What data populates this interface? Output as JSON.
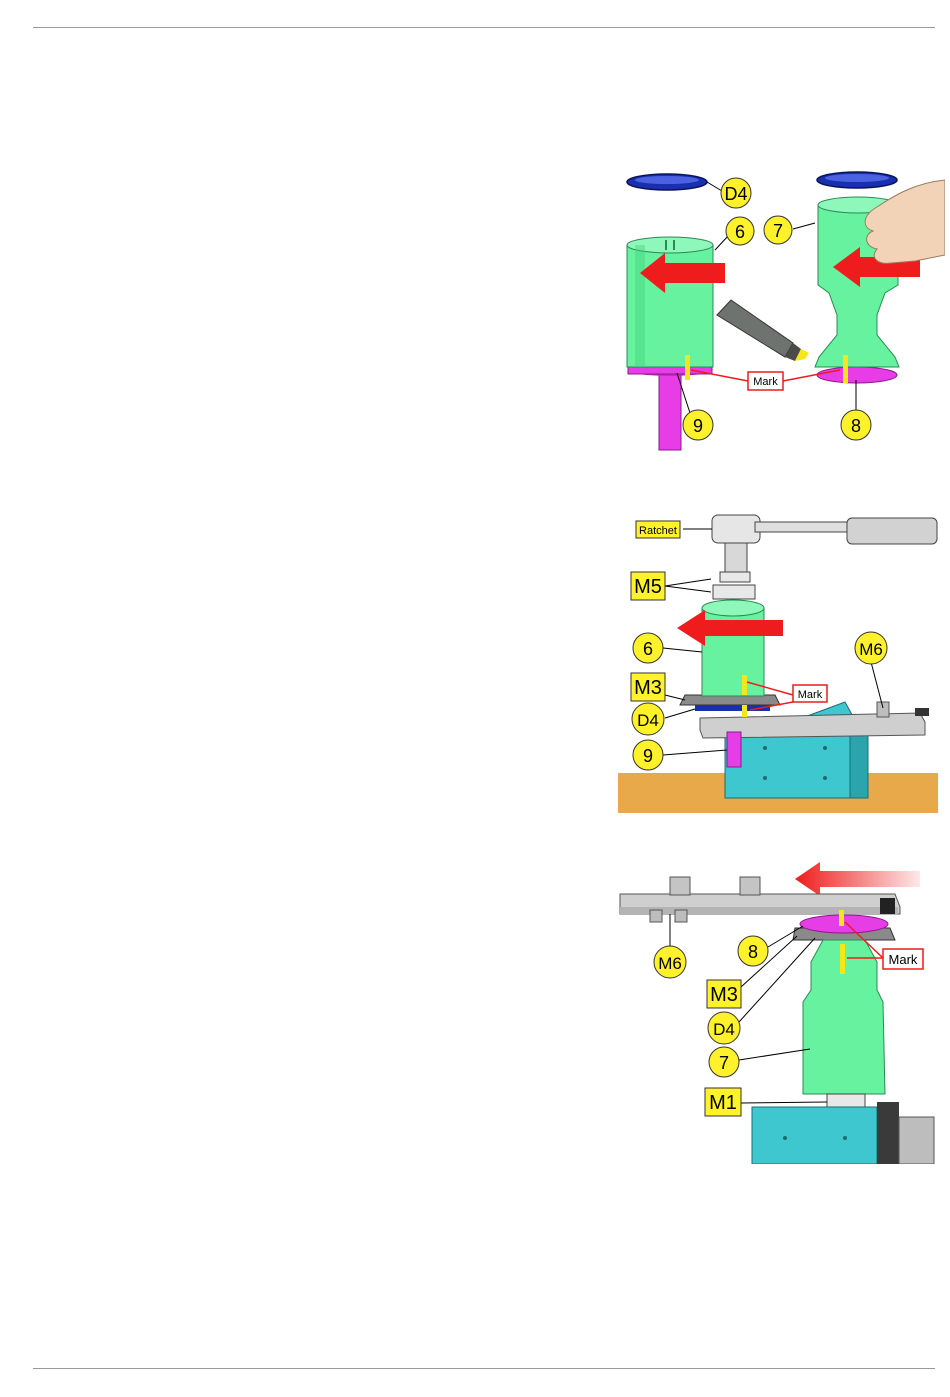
{
  "figure1": {
    "labels": {
      "d4": "D4",
      "six": "6",
      "seven": "7",
      "nine": "9",
      "eight": "8",
      "mark": "Mark"
    },
    "colors": {
      "part_green": "#66f29e",
      "seal_blue": "#1a2fb0",
      "pin_magenta": "#e63de6",
      "arrow_red": "#ee1c1c",
      "callout_yellow": "#fff22a",
      "mark_yellow": "#f5e61a"
    }
  },
  "figure2": {
    "labels": {
      "ratchet": "Ratchet",
      "m5": "M5",
      "six": "6",
      "m6": "M6",
      "m3": "M3",
      "mark": "Mark",
      "d4": "D4",
      "nine": "9"
    },
    "colors": {
      "vise_teal": "#3ec7cf",
      "bench": "#e8a94a",
      "plate_grey": "#cfcfcf"
    }
  },
  "figure3": {
    "labels": {
      "m6": "M6",
      "eight": "8",
      "mark": "Mark",
      "m3": "M3",
      "d4": "D4",
      "seven": "7",
      "m1": "M1"
    }
  }
}
